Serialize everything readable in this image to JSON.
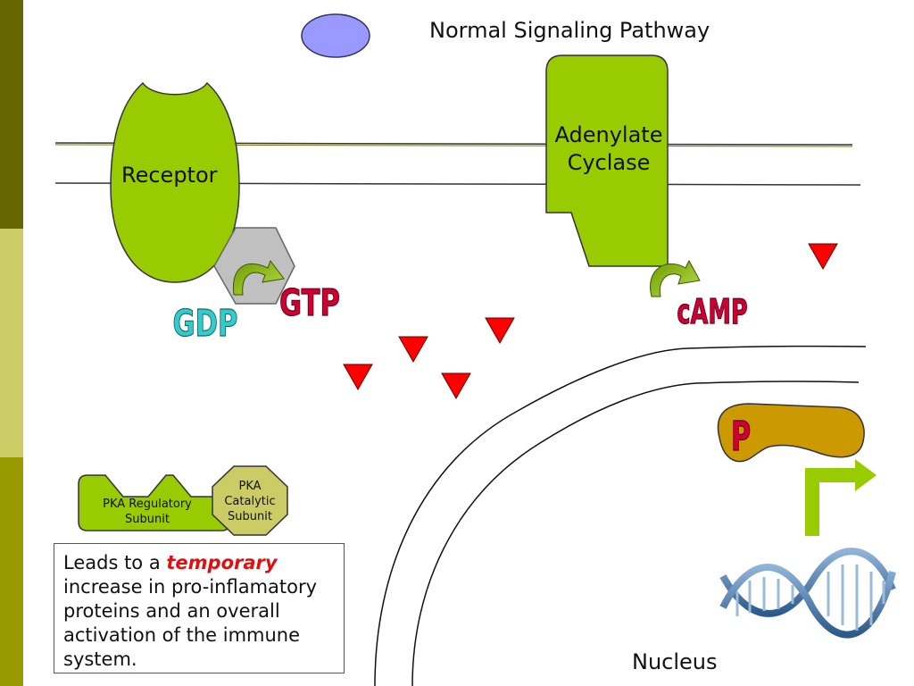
{
  "title": "Normal Signaling Pathway",
  "labels": {
    "receptor": "Receptor",
    "adenylate_line1": "Adenylate",
    "adenylate_line2": "Cyclase",
    "gdp": "GDP",
    "gtp": "GTP",
    "camp": "cAMP",
    "p": "P",
    "pka_regulatory_line1": "PKA Regulatory",
    "pka_regulatory_line2": "Subunit",
    "pka_catalytic_line1": "PKA",
    "pka_catalytic_line2": "Catalytic",
    "pka_catalytic_line3": "Subunit",
    "nucleus": "Nucleus"
  },
  "textbox": {
    "prefix": "Leads to a ",
    "emphasis": "temporary",
    "body": "increase in pro-inflamatory proteins and an overall activation of the immune system."
  },
  "colors": {
    "receptor": "#99cc00",
    "adenylate_cyclase": "#99cc00",
    "g_protein": "#c0c0c0",
    "ligand": "#9999ff",
    "camp_markers": "#ff0000",
    "gdp_text": "#33cccc",
    "gtp_text": "#cc0033",
    "camp_text": "#cc0033",
    "p_text": "#cc0033",
    "kinase": "#cc9900",
    "pka_regulatory": "#99cc00",
    "pka_catalytic": "#cccc66",
    "transcription_arrow": "#99cc00",
    "sidebar": [
      "#666600",
      "#cccc66",
      "#999900"
    ]
  },
  "icons": [
    "curved-arrow-icon",
    "dna-helix-icon",
    "bent-arrow-icon"
  ]
}
